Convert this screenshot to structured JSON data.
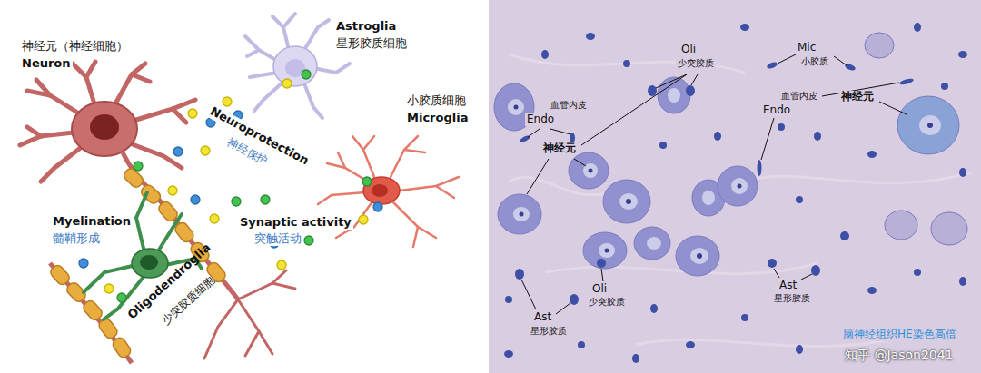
{
  "diagram": {
    "labels": [
      "神经元（神经细胞）",
      "Neuron",
      "Astroglia",
      "星形胶质细胞",
      "Neuroprotection",
      "神经保护",
      "小胶质细胞",
      "Microglia",
      "Myelination",
      "髓鞘形成",
      "Synaptic activity",
      "突触活动",
      "Oligodendroglia",
      "少突胶质细胞",
      "Oli",
      "少突胶质",
      "Mic",
      "小胶质",
      "血管内皮",
      "Endo",
      "血管内皮",
      "Endo",
      "神经元",
      "神经元",
      "Oli",
      "少突胶质",
      "Ast",
      "星形胶质",
      "Ast",
      "星形胶质",
      "脑神经组织HE染色高倍",
      "知乎 @Jason2041"
    ]
  }
}
